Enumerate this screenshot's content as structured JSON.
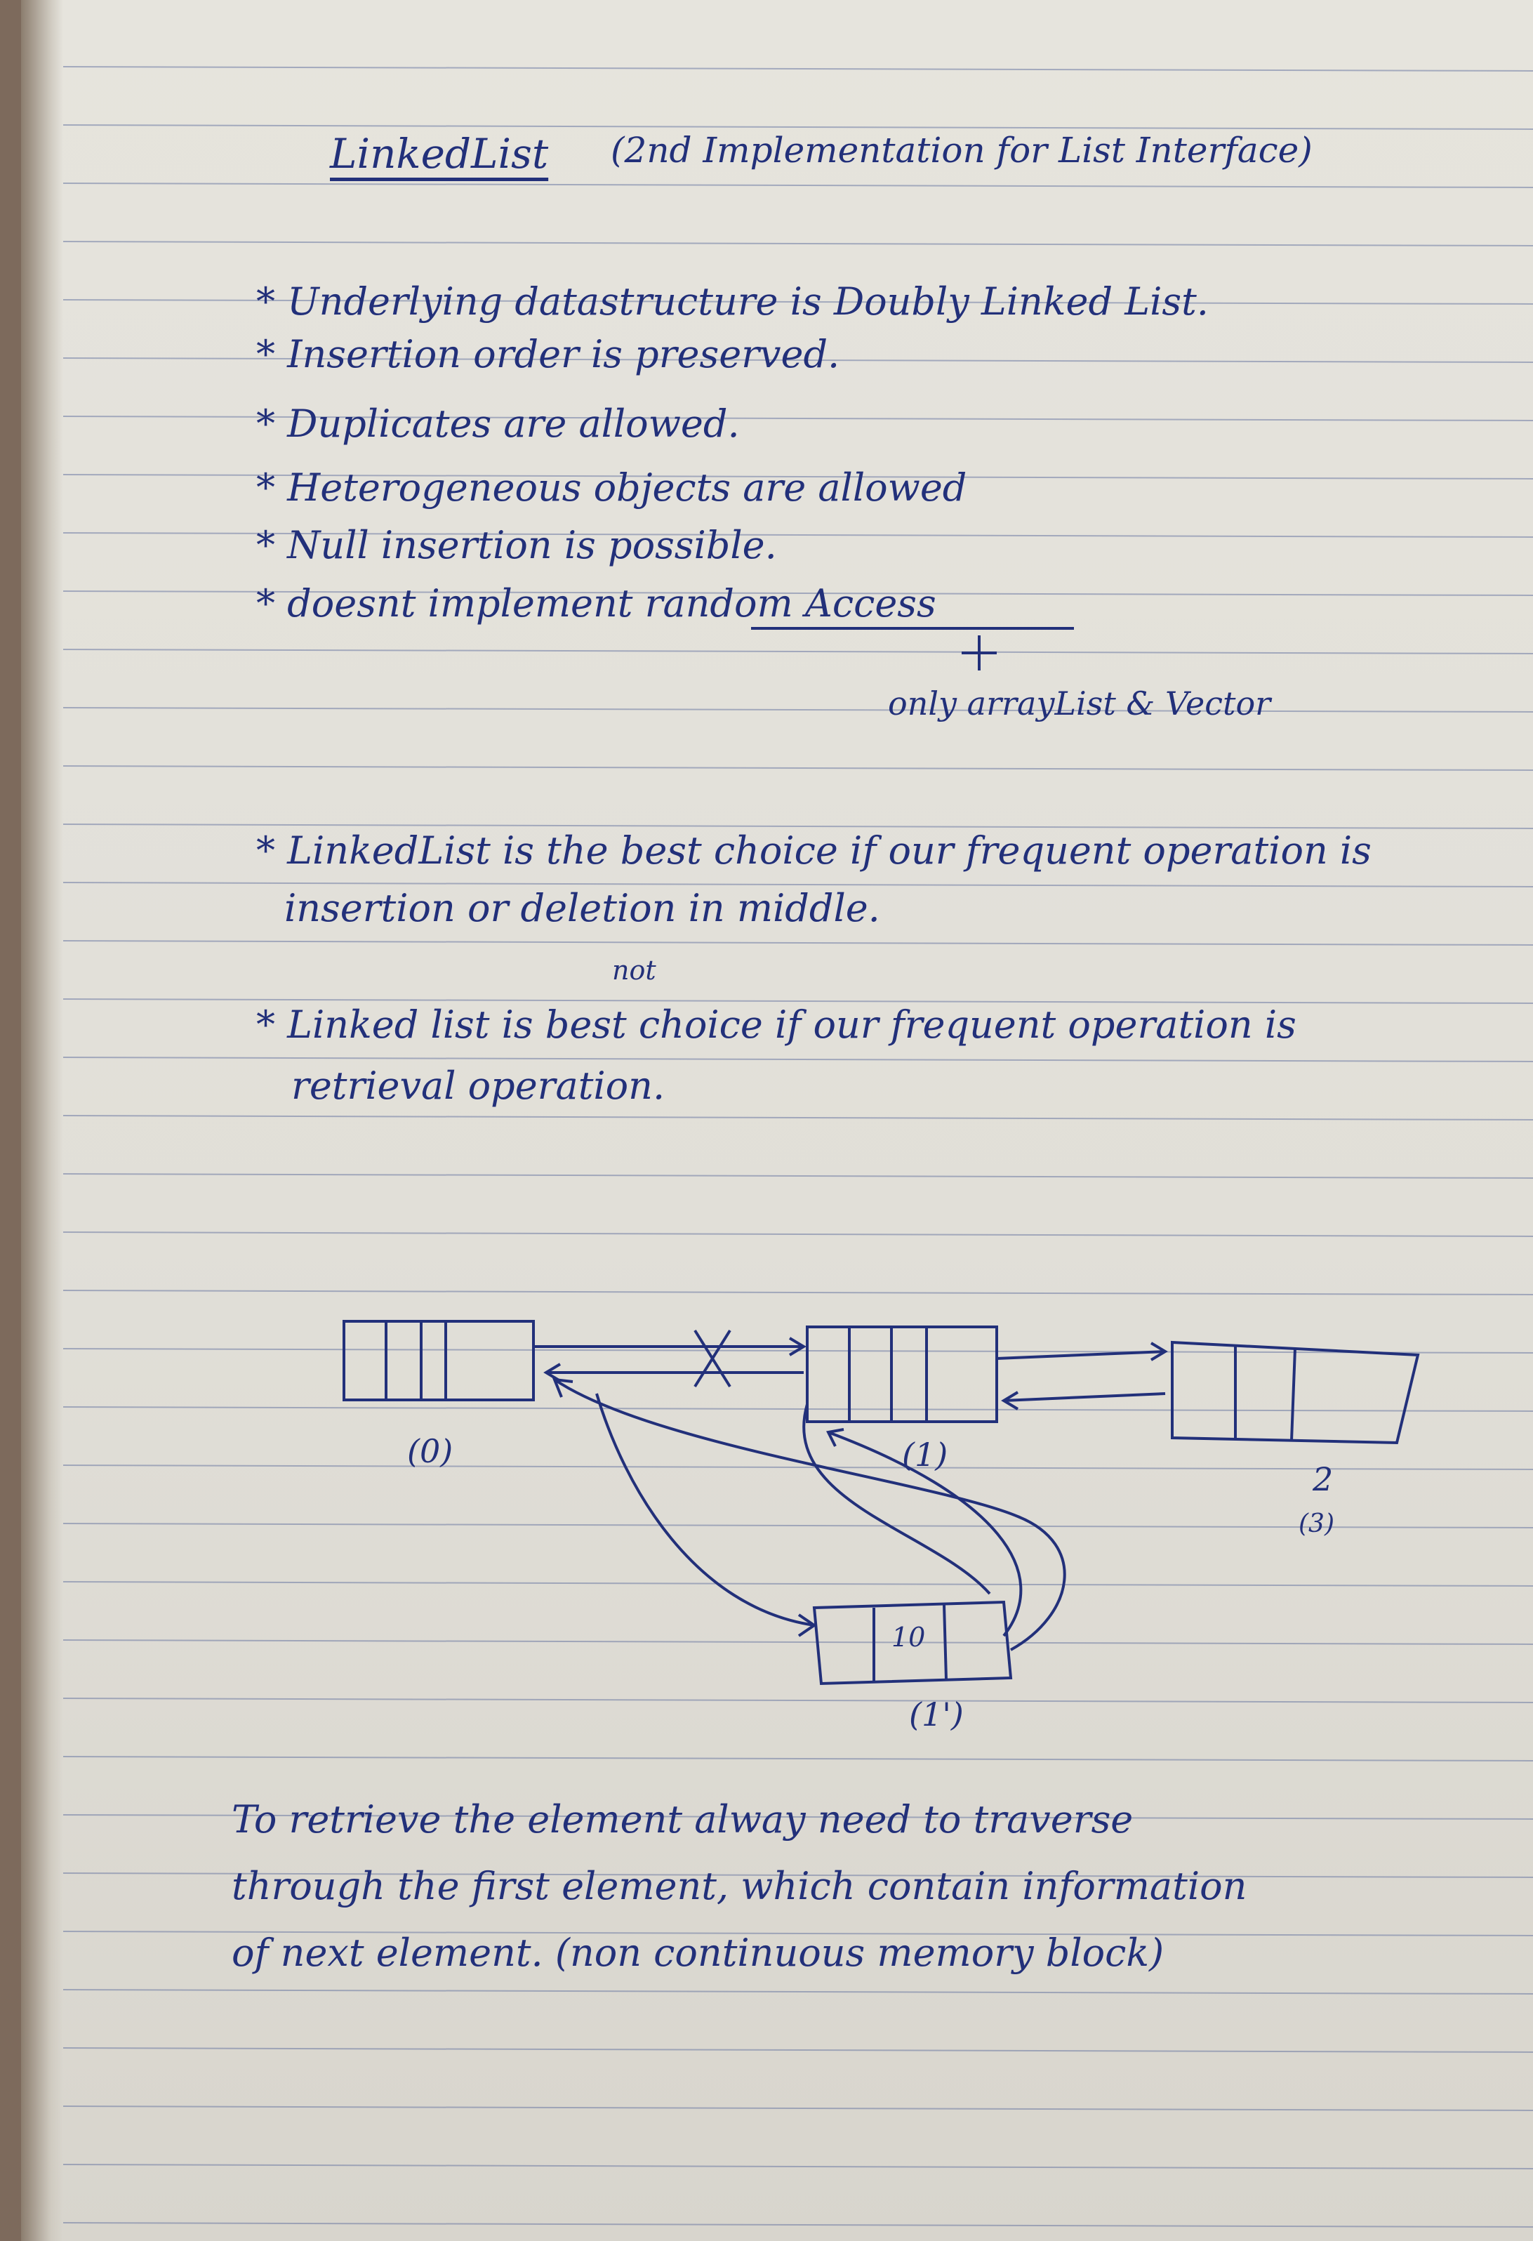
{
  "title": {
    "main": "LinkedList",
    "sub": "(2nd Implementation for List Interface)"
  },
  "bullets": [
    "* Underlying datastructure is Doubly Linked List.",
    "* Insertion order is preserved.",
    "* Duplicates are allowed.",
    "* Heterogeneous objects are allowed",
    "* Null insertion is possible.",
    "* doesnt implement random Access"
  ],
  "random_access_note": "only arrayList & Vector",
  "best_choice": {
    "line1": "* LinkedList is the best choice if our frequent operation is",
    "line2": "insertion or deletion in middle."
  },
  "not_best_choice": {
    "insert_mark": "not",
    "line1": "* Linked list is best choice if our frequent operation is",
    "line2": "retrieval operation."
  },
  "diagram": {
    "node_labels": [
      "(0)",
      "(1)",
      "2",
      "(3)",
      "(1')"
    ],
    "inserted_value": "10"
  },
  "retrieval_note": {
    "line1": "To retrieve the element alway need to traverse",
    "line2": "through the first element, which contain information",
    "line3": "of next element. (non continuous memory block)"
  },
  "colors": {
    "ink": "#22307a",
    "paper": "#e3e1da",
    "rule": "#6d7aa3"
  }
}
